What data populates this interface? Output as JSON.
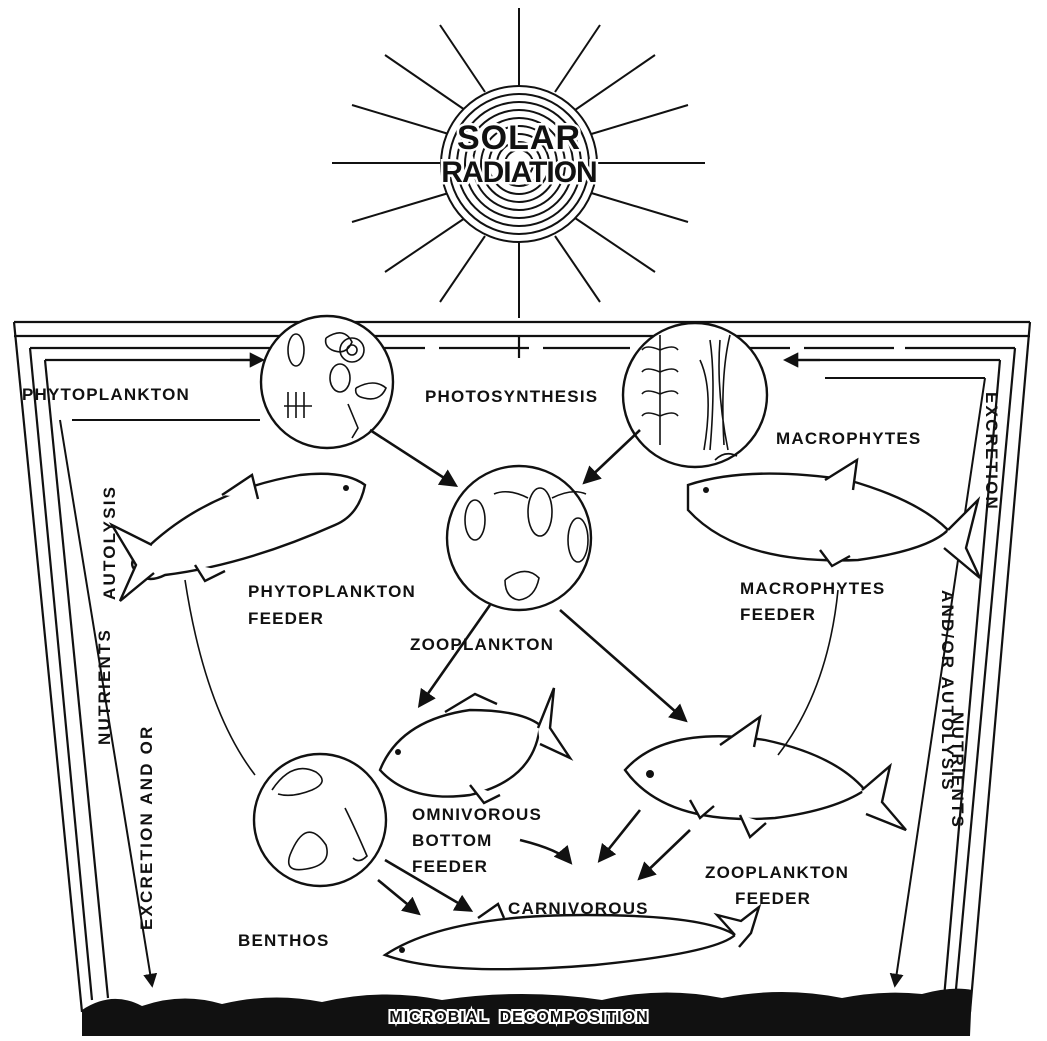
{
  "sun": {
    "line1": "SOLAR",
    "line2": "RADIATION"
  },
  "labels": {
    "phytoplankton": "PHYTOPLANKTON",
    "photosynthesis": "PHOTOSYNTHESIS",
    "macrophytes": "MACROPHYTES",
    "phytoplankton_feeder_1": "PHYTOPLANKTON",
    "phytoplankton_feeder_2": "FEEDER",
    "macrophytes_feeder_1": "MACROPHYTES",
    "macrophytes_feeder_2": "FEEDER",
    "zooplankton": "ZOOPLANKTON",
    "omnivorous_1": "OMNIVOROUS",
    "omnivorous_2": "BOTTOM",
    "omnivorous_3": "FEEDER",
    "zooplankton_feeder_1": "ZOOPLANKTON",
    "zooplankton_feeder_2": "FEEDER",
    "carnivorous": "CARNIVOROUS",
    "benthos": "BENTHOS",
    "microbial": "MICROBIAL  DECOMPOSITION"
  },
  "side_labels": {
    "left_autolysis": "AUTOLYSIS",
    "left_nutrients": "NUTRIENTS",
    "left_excretion": "EXCRETION AND OR",
    "right_excretion": "EXCRETION",
    "right_and_or": "AND/OR AUTOLYSIS",
    "right_nutrients": "NUTRIENTS"
  }
}
